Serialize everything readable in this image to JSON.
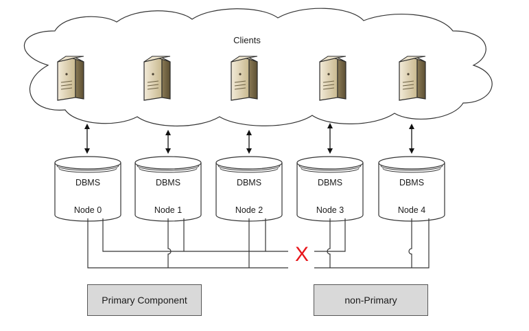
{
  "clients_label": "Clients",
  "servers": [
    {
      "icon": "server-icon"
    },
    {
      "icon": "server-icon"
    },
    {
      "icon": "server-icon"
    },
    {
      "icon": "server-icon"
    },
    {
      "icon": "server-icon"
    }
  ],
  "nodes": [
    {
      "type": "DBMS",
      "name": "Node 0"
    },
    {
      "type": "DBMS",
      "name": "Node 1"
    },
    {
      "type": "DBMS",
      "name": "Node 2"
    },
    {
      "type": "DBMS",
      "name": "Node 3"
    },
    {
      "type": "DBMS",
      "name": "Node 4"
    }
  ],
  "partition_mark": "X",
  "components": {
    "primary": "Primary Component",
    "non_primary": "non-Primary"
  },
  "colors": {
    "partition": "#e8161b",
    "component_fill": "#d9d9d9"
  }
}
